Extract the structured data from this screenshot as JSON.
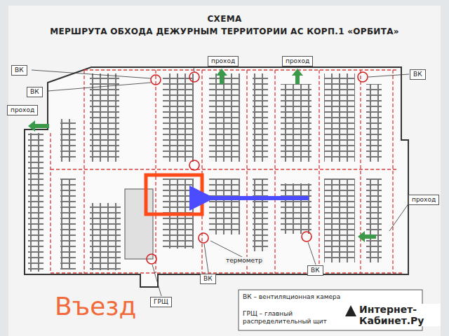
{
  "diagram": {
    "title": "СХЕМА",
    "labels": [
      "МЕРШРУТА ОБХОДА ДЕЖУРНЫМ ТЕРРИТОРИИ АС КОРП.1 «ОРБИТА»",
      "ВК",
      "ВК",
      "проход",
      "проход",
      "проход",
      "ВК",
      "проход",
      "термометр",
      "ВК",
      "ВК",
      "ГРЩ",
      "Въезд",
      "ВК – вентиляционная камера",
      "ГРЩ – главный распределительный щит",
      "Интернет-Кабинет.Ру"
    ]
  }
}
